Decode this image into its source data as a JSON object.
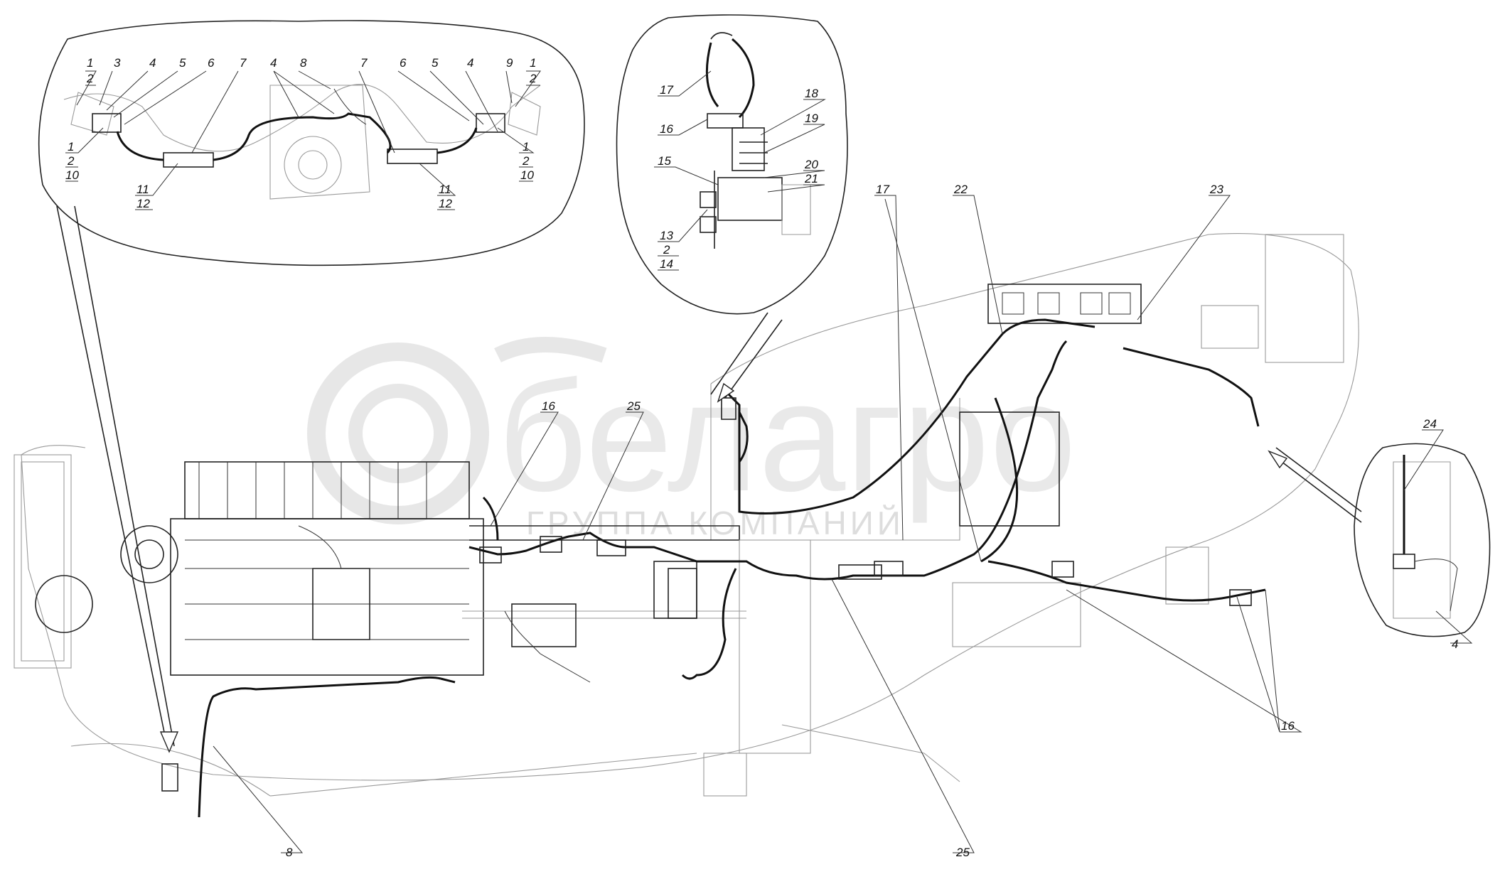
{
  "watermark": {
    "brand": "белагро",
    "subtitle": "ГРУППА КОМПАНИЙ"
  },
  "callouts": {
    "c1a": "1",
    "c2a": "2",
    "c3": "3",
    "c4a": "4",
    "c5a": "5",
    "c6a": "6",
    "c7a": "7",
    "c4b": "4",
    "c8a": "8",
    "c7b": "7",
    "c6b": "6",
    "c5b": "5",
    "c4c": "4",
    "c9": "9",
    "c1b": "1",
    "c2b": "2",
    "c1c": "1",
    "c2c": "2",
    "c10a": "10",
    "c11a": "11",
    "c12a": "12",
    "c11b": "11",
    "c12b": "12",
    "c1d": "1",
    "c2d": "2",
    "c10b": "10",
    "c17a": "17",
    "c16a": "16",
    "c18": "18",
    "c19": "19",
    "c15": "15",
    "c20": "20",
    "c21": "21",
    "c13": "13",
    "c2e": "2",
    "c14": "14",
    "c17b": "17",
    "c22": "22",
    "c23": "23",
    "c16b": "16",
    "c25a": "25",
    "c24": "24",
    "c4d": "4",
    "c16c": "16",
    "c8b": "8",
    "c25b": "25"
  }
}
